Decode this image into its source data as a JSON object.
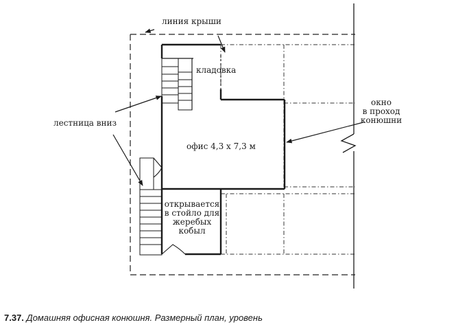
{
  "labels": {
    "roof_line": "линия крыши",
    "storage": "кладовка",
    "stairs_down": "лестница вниз",
    "window": [
      "окно",
      "в проход",
      "конюшни"
    ],
    "office": "офис 4,3 х 7,3 м",
    "opens_into": [
      "открывается",
      "в стойло для",
      "жеребых",
      "кобыл"
    ]
  },
  "caption": {
    "number": "7.37.",
    "text": "Домашняя офисная конюшня. Размерный план, уровень"
  }
}
